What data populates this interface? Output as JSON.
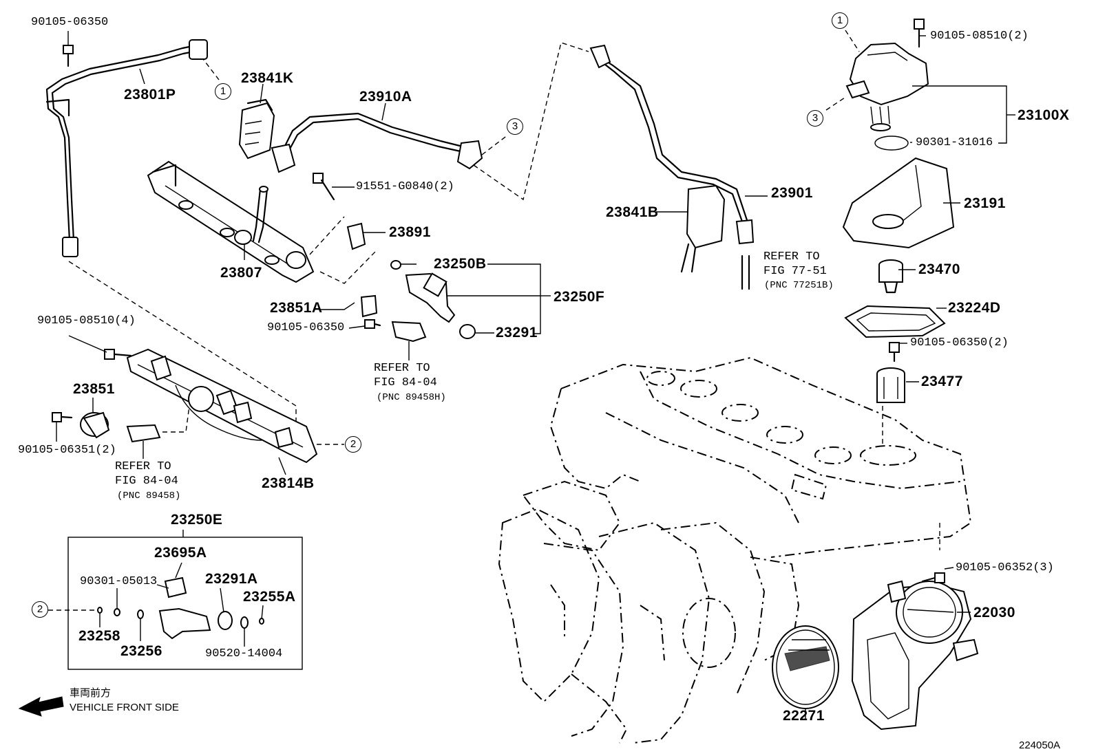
{
  "labels": {
    "p90105_06350_top": "90105-06350",
    "p23801P": "23801P",
    "p23841K": "23841K",
    "p23910A": "23910A",
    "p91551": "91551-G0840(2)",
    "p23891": "23891",
    "p23807": "23807",
    "p23250B": "23250B",
    "p23250F": "23250F",
    "p23851A": "23851A",
    "p90105_06350_mid": "90105-06350",
    "p23291": "23291",
    "refer_a_1": "REFER TO",
    "refer_a_2": "FIG 84-04",
    "refer_a_3": "(PNC 89458H)",
    "p90105_08510_4": "90105-08510(4)",
    "p23851": "23851",
    "p90105_06351": "90105-06351(2)",
    "refer_b_1": "REFER TO",
    "refer_b_2": "FIG 84-04",
    "refer_b_3": "(PNC 89458)",
    "p23814B": "23814B",
    "p23250E": "23250E",
    "p23695A": "23695A",
    "p90301_05013": "90301-05013",
    "p23291A": "23291A",
    "p23255A": "23255A",
    "p23258": "23258",
    "p23256": "23256",
    "p90520": "90520-14004",
    "p90105_08510_2": "90105-08510(2)",
    "p23100X": "23100X",
    "p90301_31016": "90301-31016",
    "p23841B": "23841B",
    "p23901": "23901",
    "refer_c_1": "REFER TO",
    "refer_c_2": "FIG 77-51",
    "refer_c_3": "(PNC 77251B)",
    "p23191": "23191",
    "p23470": "23470",
    "p23224D": "23224D",
    "p90105_06350_2": "90105-06350(2)",
    "p23477": "23477",
    "p90105_06352": "90105-06352(3)",
    "p22030": "22030",
    "p22271": "22271",
    "front_cn": "車両前方",
    "front_en": "VEHICLE FRONT SIDE",
    "diagram_id": "224050A"
  },
  "callouts": [
    "1",
    "2",
    "3"
  ]
}
